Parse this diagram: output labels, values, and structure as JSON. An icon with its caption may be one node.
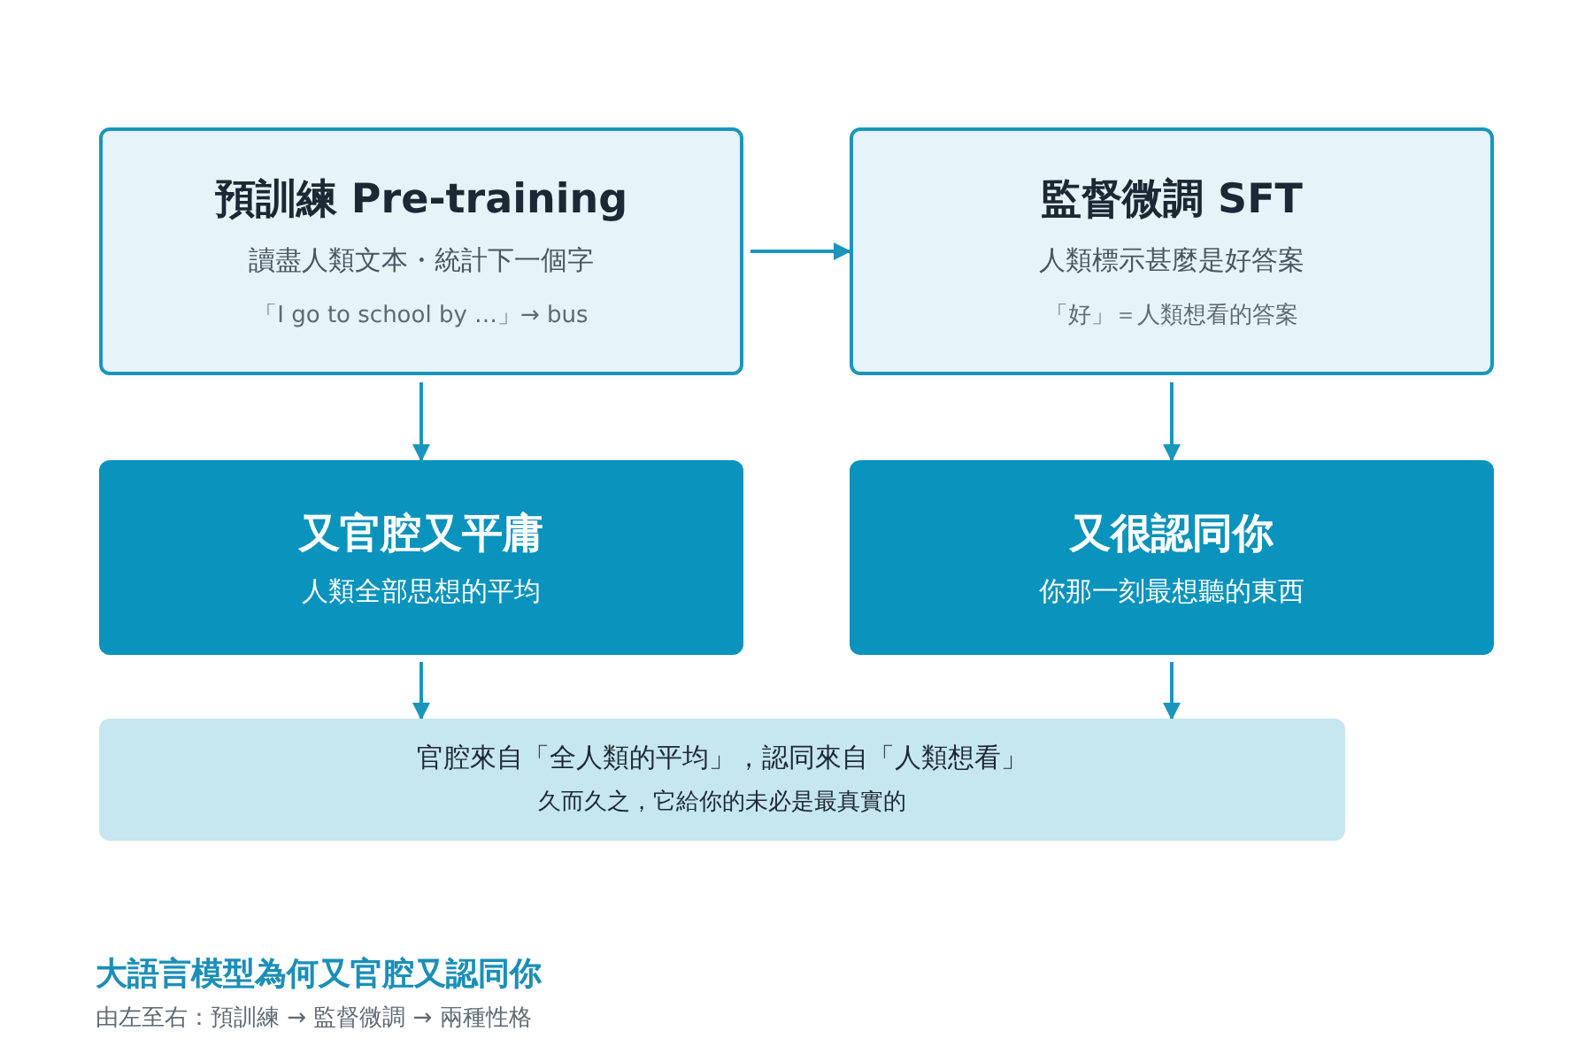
{
  "diagram": {
    "title": "大語言模型為何又官腔又認同你",
    "caption": "由左至右：預訓練 → 監督微調 → 兩種性格",
    "nodes": [
      {
        "text": [
          "預訓練 Pre-training",
          "讀盡人類文本・統計下一個字",
          "「I go to school by …」→ bus"
        ]
      },
      {
        "text": [
          "監督微調 SFT",
          "人類標示甚麼是好答案",
          "「好」＝人類想看的答案"
        ]
      },
      {
        "text": [
          "又官腔又平庸",
          "人類全部思想的平均"
        ]
      },
      {
        "text": [
          "又很認同你",
          "你那一刻最想聽的東西"
        ]
      },
      {
        "text": [
          "官腔來自「全人類的平均」，認同來自「人類想看」",
          "久而久之，它給你的未必是最真實的"
        ]
      }
    ],
    "edges": [
      {
        "from": 0,
        "to": 1,
        "arrow": "to"
      },
      {
        "from": 0,
        "to": 2,
        "arrow": "to"
      },
      {
        "from": 1,
        "to": 3,
        "arrow": "to"
      },
      {
        "from": 2,
        "to": 4,
        "arrow": "to"
      },
      {
        "from": 3,
        "to": 4,
        "arrow": "to"
      }
    ]
  }
}
